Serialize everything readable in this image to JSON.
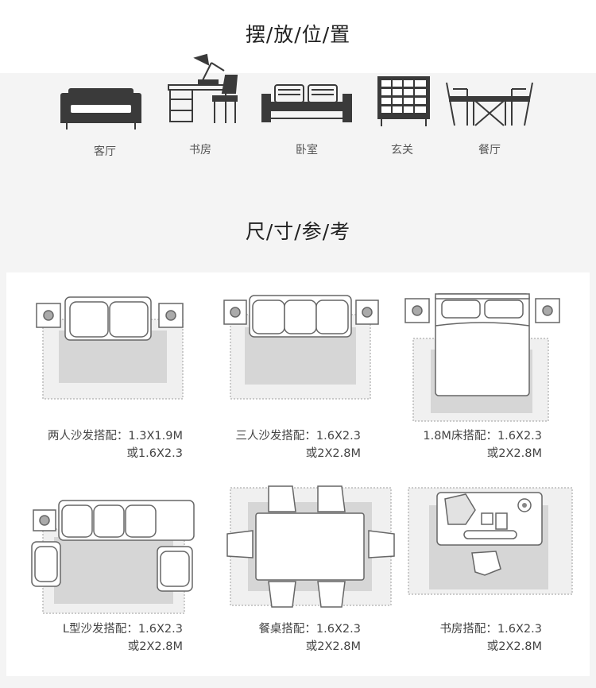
{
  "section1": {
    "title": "摆/放/位/置"
  },
  "placements": [
    {
      "label": "客厅",
      "icon": "living-room-sofa-icon"
    },
    {
      "label": "书房",
      "icon": "study-desk-icon"
    },
    {
      "label": "卧室",
      "icon": "bedroom-bed-icon"
    },
    {
      "label": "玄关",
      "icon": "entryway-cabinet-icon"
    },
    {
      "label": "餐厅",
      "icon": "dining-table-icon"
    }
  ],
  "section2": {
    "title": "尺/寸/参/考"
  },
  "sizes": [
    {
      "line1": "两人沙发搭配：1.3X1.9M",
      "line2": "或1.6X2.3",
      "diagram": "two-seat-sofa-diagram"
    },
    {
      "line1": "三人沙发搭配：1.6X2.3",
      "line2": "或2X2.8M",
      "diagram": "three-seat-sofa-diagram"
    },
    {
      "line1": "1.8M床搭配：1.6X2.3",
      "line2": "或2X2.8M",
      "diagram": "bed-diagram"
    },
    {
      "line1": "L型沙发搭配：1.6X2.3",
      "line2": "或2X2.8M",
      "diagram": "l-sofa-diagram"
    },
    {
      "line1": "餐桌搭配：1.6X2.3",
      "line2": "或2X2.8M",
      "diagram": "dining-table-diagram"
    },
    {
      "line1": "书房搭配：1.6X2.3",
      "line2": "或2X2.8M",
      "diagram": "study-diagram"
    }
  ],
  "colors": {
    "band": "#f4f4f4",
    "rug_outer": "#f0f0f0",
    "rug_inner": "#d6d6d6",
    "icon_dark": "#333333",
    "line": "#666666"
  }
}
